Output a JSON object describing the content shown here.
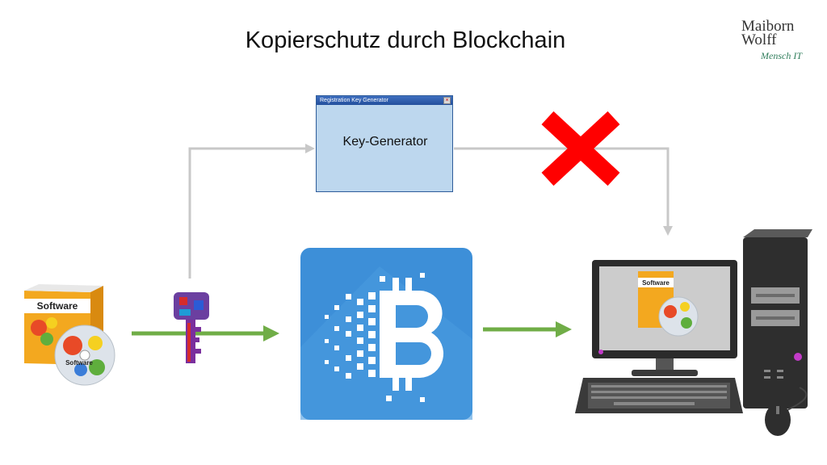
{
  "title": "Kopierschutz durch Blockchain",
  "logo": {
    "line1": "Maiborn",
    "line2": "Wolff",
    "tagline": "Mensch IT"
  },
  "keygen_window": {
    "titlebar": "Registration Key Generator",
    "label": "Key-Generator",
    "close_glyph": "×"
  },
  "software_box": {
    "label": "Software",
    "disc_label": "Software"
  },
  "monitor_box_label": "Software",
  "colors": {
    "arrow_green": "#70ad47",
    "connector_gray": "#c8c8c8",
    "cross_red": "#ff0000",
    "blockchain_blue": "#3d8fd8"
  }
}
